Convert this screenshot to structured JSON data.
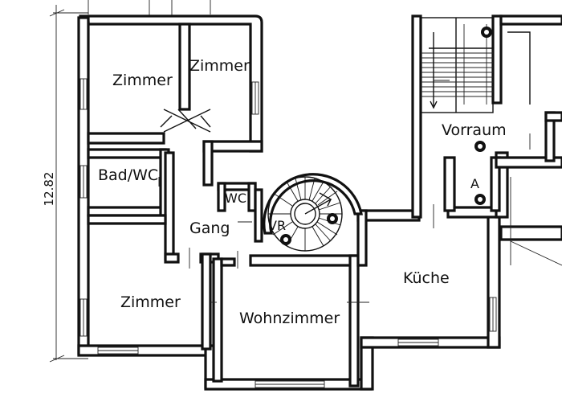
{
  "dimension": {
    "label": "12.82"
  },
  "rooms": {
    "zimmer_top_left": "Zimmer",
    "zimmer_top_right": "Zimmer",
    "bad_wc": "Bad/WC",
    "wc": "WC",
    "gang": "Gang",
    "vr": "VR",
    "zimmer_bottom": "Zimmer",
    "wohnzimmer": "Wohnzimmer",
    "kueche": "Küche",
    "vorraum": "Vorraum",
    "a": "A"
  }
}
